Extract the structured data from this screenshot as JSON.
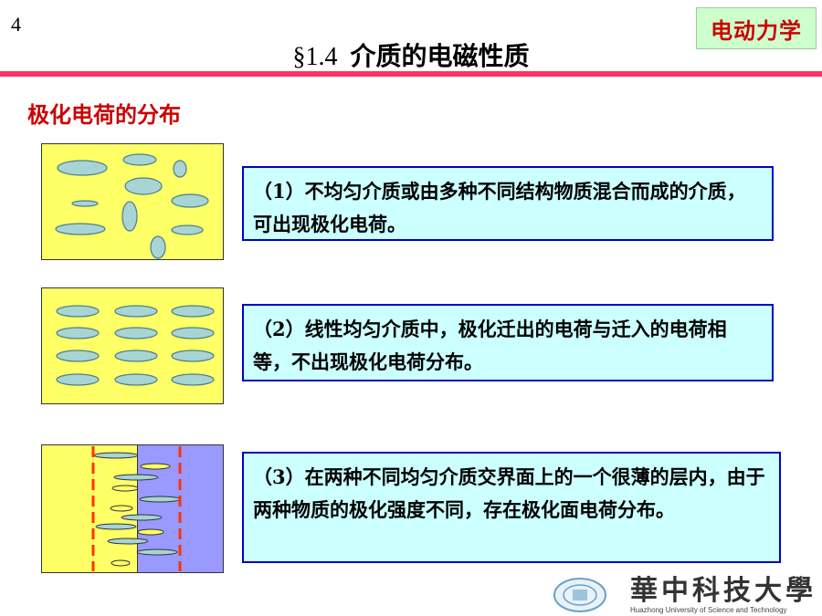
{
  "page": {
    "number": "4"
  },
  "header": {
    "course": "电动力学",
    "section": "§1.4",
    "title": "介质的电磁性质"
  },
  "subheading": "极化电荷的分布",
  "items": [
    {
      "text": "（1）不均匀介质或由多种不同结构物质混合而成的介质，可出现极化电荷。"
    },
    {
      "text": "（2）线性均匀介质中，极化迁出的电荷与迁入的电荷相等，不出现极化电荷分布。"
    },
    {
      "text": "（3）在两种不同均匀介质交界面上的一个很薄的层内，由于两种物质的极化强度不同，存在极化面电荷分布。"
    }
  ],
  "colors": {
    "accent_line": "#ff3366",
    "heading_red": "#cc0000",
    "badge_bg": "#ccffcc",
    "box_bg": "#ccffff",
    "box_border": "#0000cc",
    "medium_yellow": "#ffff66",
    "medium_blue": "#9999ff",
    "molecule": "#a8d4d4",
    "dashed_boundary": "#ff3300"
  },
  "footer": {
    "university_cn": "華中科技大學",
    "university_en": "Huazhong University of Science and Technology",
    "logo_icon": "university-logo-icon"
  }
}
